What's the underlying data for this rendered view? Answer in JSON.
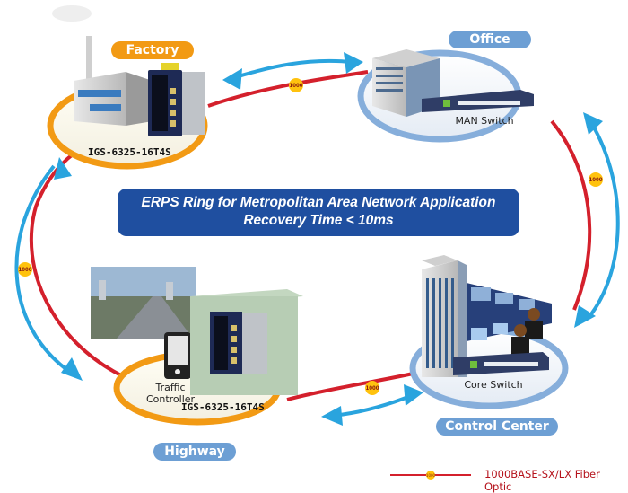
{
  "banner": {
    "line1": "ERPS Ring for Metropolitan Area Network Application",
    "line2": "Recovery Time < 10ms"
  },
  "sites": {
    "factory": {
      "label": "Factory",
      "device": "IGS-6325-16T4S",
      "color": "#f29a14"
    },
    "office": {
      "label": "Office",
      "device": "MAN Switch",
      "color": "#6d9fd4"
    },
    "control_center": {
      "label": "Control Center",
      "device": "Core Switch",
      "color": "#6d9fd4"
    },
    "highway": {
      "label": "Highway",
      "device": "IGS-6325-16T4S",
      "sub_device_line1": "Traffic",
      "sub_device_line2": "Controller",
      "color": "#6d9fd4"
    }
  },
  "links": {
    "speed_badge": "1000",
    "ring_color": "#d4202c",
    "arrow_color": "#2aa4de",
    "badge_color": "#ffc20e"
  },
  "legend": {
    "badge": "1000",
    "label": "1000BASE-SX/LX Fiber Optic"
  }
}
